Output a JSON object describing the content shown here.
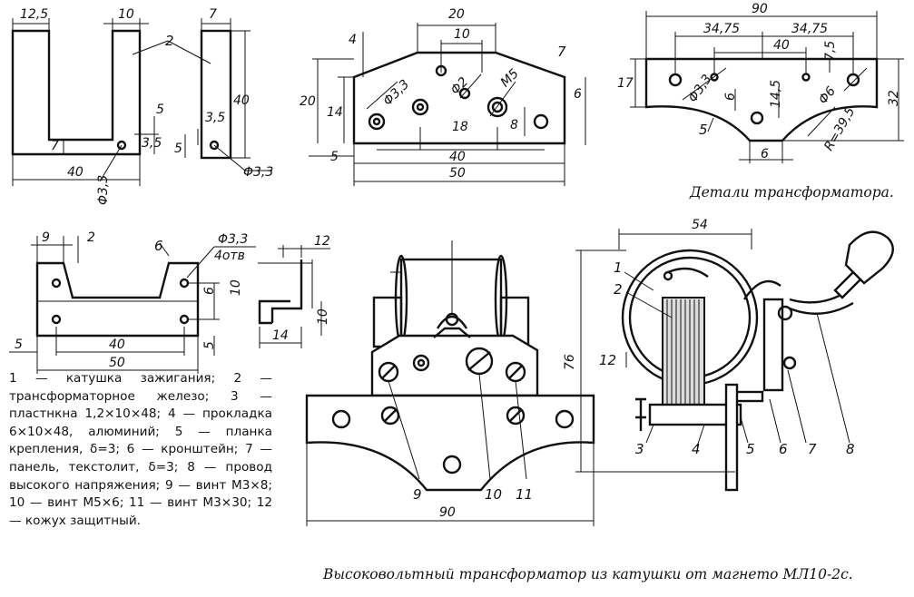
{
  "captions": {
    "details": "Детали трансформатора.",
    "main": "Высоковольтный трансформатор из катушки от магнето МЛ10-2с."
  },
  "legend": "1 — катушка зажигания; 2 — трансформаторное железо; 3 — пластнкна 1,2×10×48; 4 — прокладка 6×10×48, алюминий; 5 — планка крепления, δ=3; 6 — кронштейн; 7 — панель, текстолит, δ=3; 8 — провод высокого напряжения; 9 — винт М3×8; 10 — винт М5×6; 11 — винт М3×30; 12 — кожух защитный.",
  "part2_dims": [
    "12,5",
    "10",
    "7",
    "2",
    "40",
    "5",
    "3,5",
    "3,5",
    "7",
    "5",
    "40",
    "Φ3,3",
    "Φ3,3"
  ],
  "part7_dims": [
    "20",
    "10",
    "4",
    "20",
    "14",
    "Φ3,3",
    "Φ2",
    "M5",
    "7",
    "6",
    "18",
    "8",
    "40",
    "5",
    "50"
  ],
  "part5_dims": [
    "90",
    "34,75",
    "34,75",
    "40",
    "7,5",
    "17",
    "Φ3,3",
    "6",
    "14,5",
    "Φ6",
    "R=39,5",
    "32",
    "5",
    "6"
  ],
  "part6_dims": [
    "9",
    "2",
    "6",
    "Φ3,3",
    "4отв",
    "6",
    "5",
    "40",
    "5",
    "50",
    "12",
    "10",
    "10",
    "14"
  ],
  "assembly_dims": [
    "90",
    "54",
    "76"
  ],
  "part_callouts": [
    "1",
    "2",
    "3",
    "4",
    "5",
    "6",
    "7",
    "8",
    "9",
    "10",
    "11",
    "12"
  ]
}
